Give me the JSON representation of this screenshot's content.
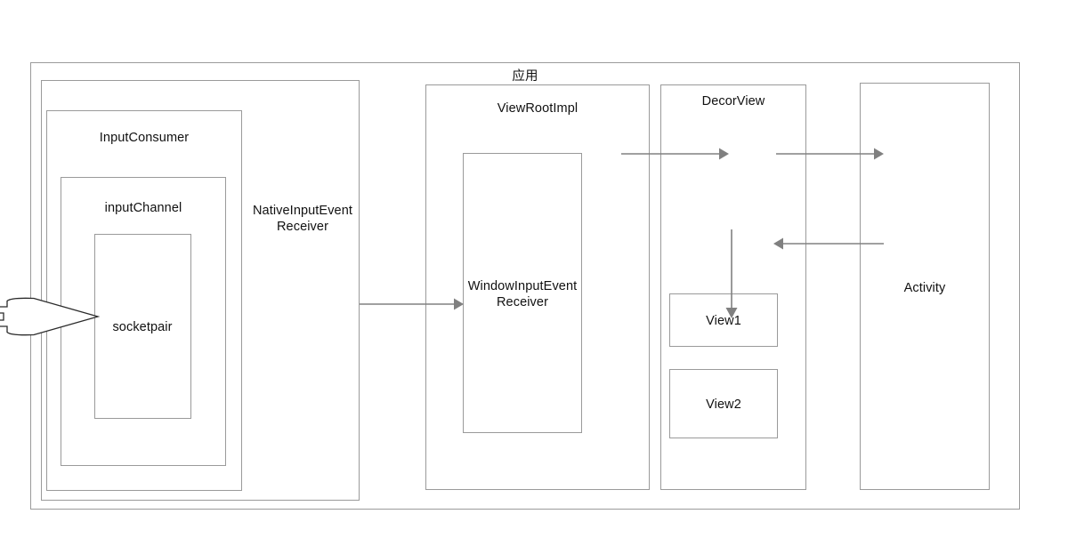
{
  "diagram": {
    "title": "应用",
    "nodes": {
      "app_outer": {
        "label": "应用"
      },
      "native_input_event_receiver": {
        "label": "NativeInputEvent\nReceiver"
      },
      "input_consumer": {
        "label": "InputConsumer"
      },
      "input_channel": {
        "label": "inputChannel"
      },
      "socketpair": {
        "label": "socketpair"
      },
      "view_root_impl": {
        "label": "ViewRootImpl"
      },
      "window_input_event_receiver": {
        "label": "WindowInputEvent\nReceiver"
      },
      "decor_view": {
        "label": "DecorView"
      },
      "view1": {
        "label": "View1"
      },
      "view2": {
        "label": "View2"
      },
      "activity": {
        "label": "Activity"
      }
    },
    "connectors": [
      {
        "name": "socketpair-to-viewrootimpl",
        "from": "NativeInputEventReceiver",
        "to": "WindowInputEventReceiver",
        "direction": "right"
      },
      {
        "name": "viewrootimpl-to-decorview",
        "from": "ViewRootImpl",
        "to": "DecorView",
        "direction": "right"
      },
      {
        "name": "decorview-to-activity",
        "from": "DecorView",
        "to": "Activity",
        "direction": "right"
      },
      {
        "name": "activity-to-decorview",
        "from": "Activity",
        "to": "DecorView",
        "direction": "left"
      },
      {
        "name": "decorview-to-view1",
        "from": "DecorView",
        "to": "View1",
        "direction": "down"
      }
    ],
    "input_pointer": {
      "name": "input-event-callout",
      "label": ""
    },
    "colors": {
      "stroke": "#9a9a9a",
      "connector": "#808080",
      "text": "#111111",
      "background": "#ffffff"
    }
  }
}
